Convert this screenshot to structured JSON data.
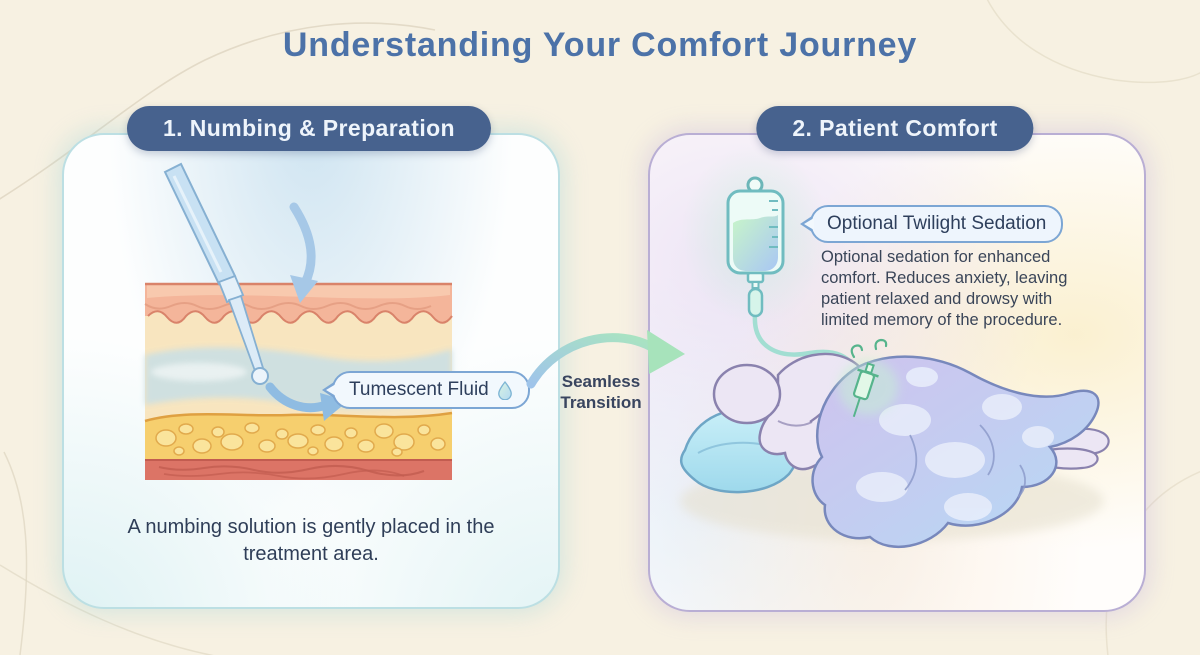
{
  "title": "Understanding Your Comfort Journey",
  "left_panel": {
    "step_number": "1",
    "header": "1. Numbing & Preparation",
    "bubble_label": "Tumescent Fluid",
    "caption": "A numbing solution is gently placed in the treatment area."
  },
  "transition": {
    "label_line1": "Seamless",
    "label_line2": "Transition"
  },
  "right_panel": {
    "step_number": "2",
    "header": "2. Patient Comfort",
    "bubble_label": "Optional Twilight Sedation",
    "body": "Optional sedation for enhanced comfort. Reduces anxiety, leaving patient relaxed and drowsy with limited memory of the procedure."
  },
  "icons": {
    "droplet": "teardrop-shape",
    "cannula": "injection-cannula",
    "transition_arrow": "curved-arrow-right",
    "iv_bag": "iv-drip-bag",
    "syringe": "syringe-with-droplets"
  },
  "colors": {
    "background": "#f7f1e2",
    "title_text": "#4c72a8",
    "header_pill_bg": "#47628e",
    "header_pill_text": "#eef4fb",
    "bubble_border": "#7ca6d4",
    "left_card_border": "#bcdfe3",
    "right_card_border": "#b9aed4",
    "body_text": "#3a4558",
    "arrow_gradient_start": "#9fc4ea",
    "arrow_gradient_end": "#a9e5bf",
    "skin_epidermis": "#f4b59a",
    "skin_dermis": "#f8e5bf",
    "tumescent_fluid": "#cde0e2",
    "skin_fat": "#f6cf6e",
    "skin_muscle": "#dc7466"
  }
}
